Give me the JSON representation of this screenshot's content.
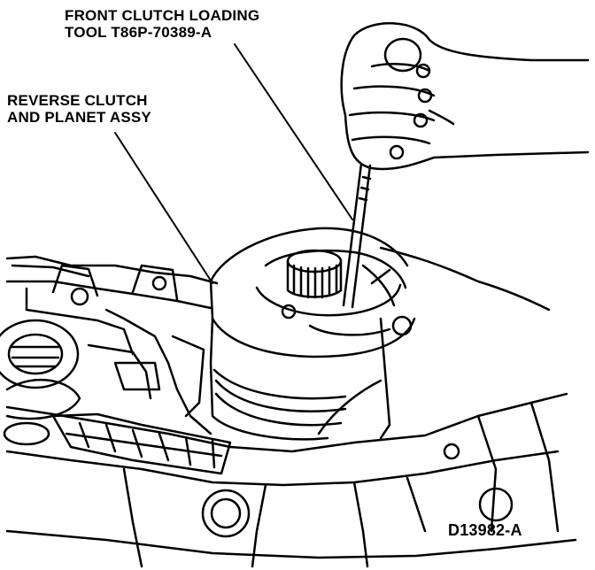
{
  "callouts": {
    "tool": {
      "line1": "FRONT CLUTCH LOADING",
      "line2": "TOOL T86P-70389-A"
    },
    "reverse": {
      "line1": "REVERSE CLUTCH",
      "line2": "AND PLANET ASSY"
    }
  },
  "figure_id": "D13982-A"
}
